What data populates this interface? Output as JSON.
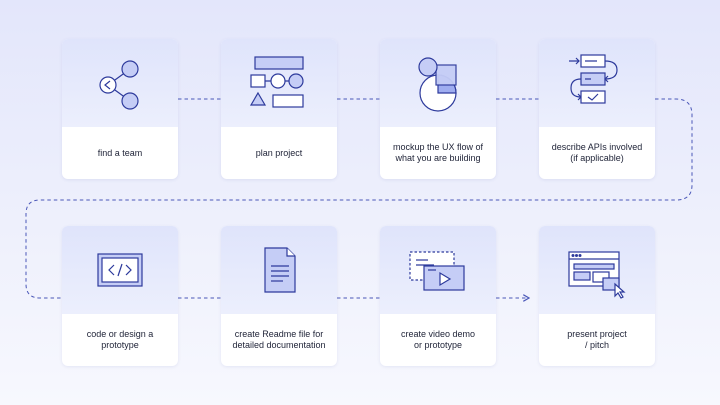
{
  "steps": [
    {
      "label": "find a team",
      "icon": "team-nodes-icon"
    },
    {
      "label": "plan project",
      "icon": "flowchart-icon"
    },
    {
      "label": "mockup the UX flow of\nwhat you are building",
      "icon": "shapes-mockup-icon"
    },
    {
      "label": "describe APIs involved\n(if applicable)",
      "icon": "api-flow-icon"
    },
    {
      "label": "code or design a\nprototype",
      "icon": "code-window-icon"
    },
    {
      "label": "create Readme file for\ndetailed documentation",
      "icon": "document-icon"
    },
    {
      "label": "create video demo\nor prototype",
      "icon": "video-player-icon"
    },
    {
      "label": "present project\n/ pitch",
      "icon": "presentation-window-icon"
    }
  ],
  "colors": {
    "stroke": "#2d3a9c",
    "fill_light": "#c5cdf6",
    "fill_mid": "#9fadf0",
    "card_top": "#e4e8fc",
    "connector": "#4a57b8"
  }
}
